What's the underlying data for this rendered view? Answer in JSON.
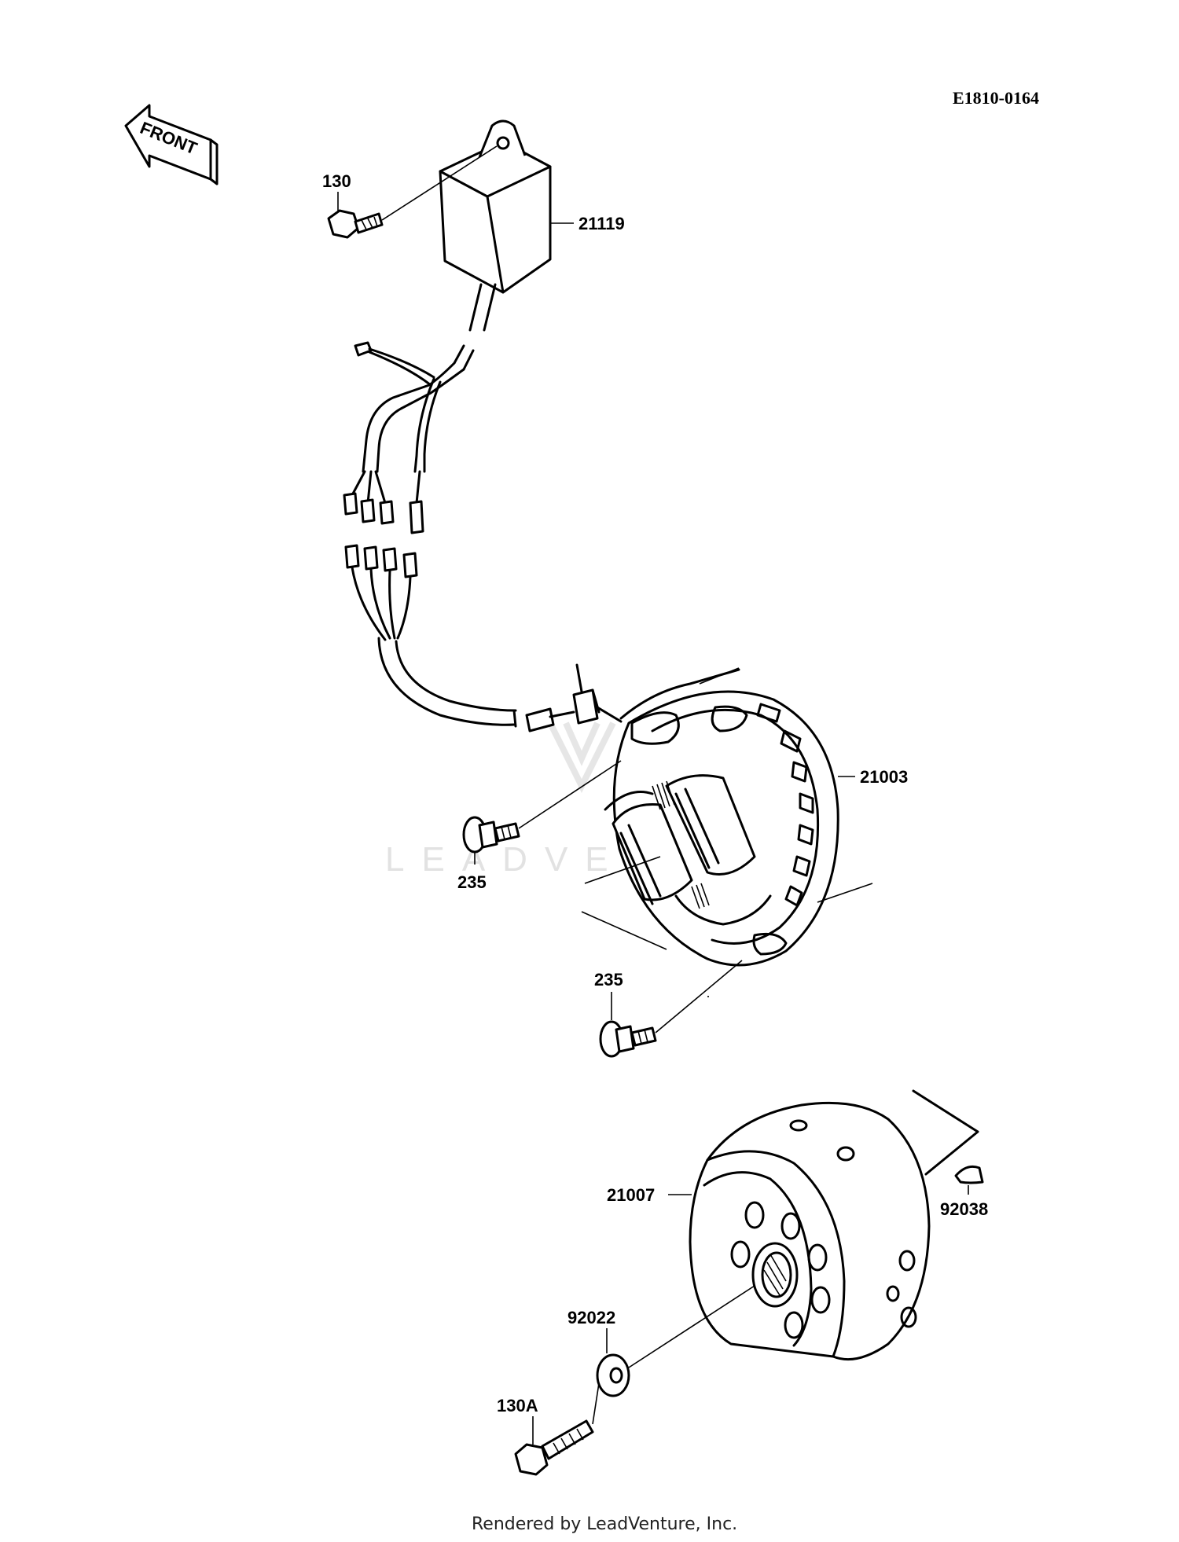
{
  "diagram": {
    "code": "E1810-0164",
    "front_arrow": "FRONT",
    "watermark": "LEADVENTURE",
    "footer": "Rendered by LeadVenture, Inc.",
    "callouts": {
      "bolt_top": "130",
      "cdi_unit": "21119",
      "stator": "21003",
      "screw_upper": "235",
      "screw_lower": "235",
      "rotor": "21007",
      "key": "92038",
      "washer": "92022",
      "bolt_rotor": "130A"
    }
  }
}
